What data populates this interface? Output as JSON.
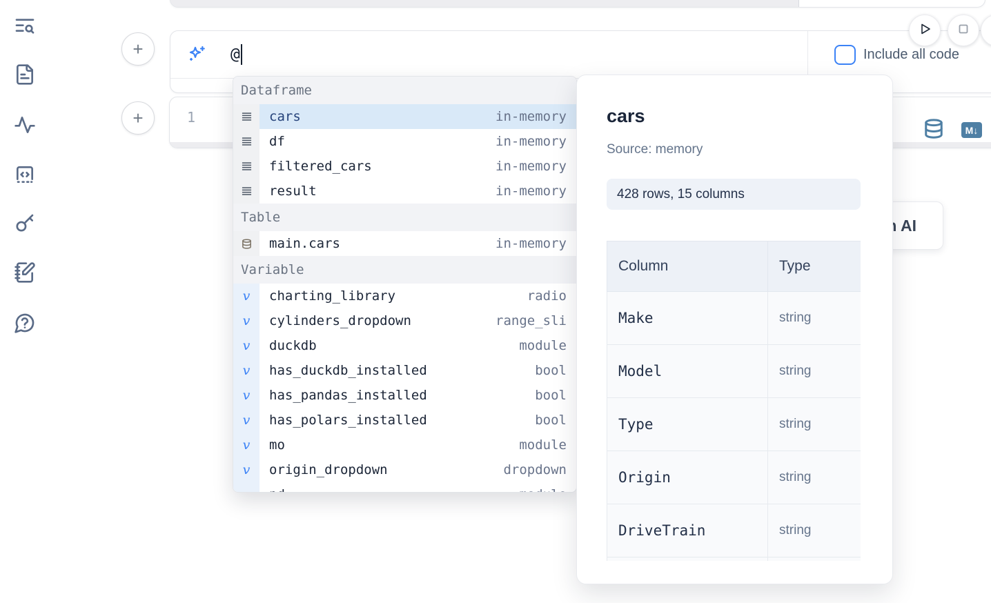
{
  "theme": {
    "accent": "#3b82f6",
    "steel": "#4e7fa4",
    "sidebar-icon": "#5a6b87",
    "sel-bg": "#d9e9f8",
    "sel-text": "#25427a",
    "table-db-icon": "#7b7264"
  },
  "sidebar": {
    "items": [
      {
        "icon": "list-search-icon"
      },
      {
        "icon": "file-text-icon"
      },
      {
        "icon": "activity-icon"
      },
      {
        "icon": "code-square-icon"
      },
      {
        "icon": "key-icon"
      },
      {
        "icon": "notebook-pen-icon"
      },
      {
        "icon": "chat-question-icon"
      }
    ]
  },
  "add_cell": {
    "plus_label": "+"
  },
  "ai_cell": {
    "input_value": "@",
    "include_label": "Include all code"
  },
  "run_controls": {
    "buttons": [
      {
        "icon": "play-icon"
      },
      {
        "icon": "stop-icon"
      },
      {
        "icon": "partial-circle"
      }
    ]
  },
  "editor": {
    "line_number": "1",
    "markdown_badge": "M↓"
  },
  "autocomplete": {
    "sections": [
      {
        "label": "Dataframe",
        "icon": "rows-icon",
        "items": [
          {
            "label": "cars",
            "type": "in-memory",
            "selected": true
          },
          {
            "label": "df",
            "type": "in-memory"
          },
          {
            "label": "filtered_cars",
            "type": "in-memory"
          },
          {
            "label": "result",
            "type": "in-memory"
          }
        ]
      },
      {
        "label": "Table",
        "icon": "database-icon",
        "items": [
          {
            "label": "main.cars",
            "type": "in-memory"
          }
        ]
      },
      {
        "label": "Variable",
        "icon": "variable-icon",
        "items": [
          {
            "label": "charting_library",
            "type": "radio"
          },
          {
            "label": "cylinders_dropdown",
            "type": "range_sli"
          },
          {
            "label": "duckdb",
            "type": "module"
          },
          {
            "label": "has_duckdb_installed",
            "type": "bool"
          },
          {
            "label": "has_pandas_installed",
            "type": "bool"
          },
          {
            "label": "has_polars_installed",
            "type": "bool"
          },
          {
            "label": "mo",
            "type": "module"
          },
          {
            "label": "origin_dropdown",
            "type": "dropdown"
          },
          {
            "label": "pd",
            "type": "module",
            "clipped": true
          }
        ]
      }
    ]
  },
  "preview": {
    "title": "cars",
    "source": "Source: memory",
    "shape": "428 rows, 15 columns",
    "table": {
      "headers": [
        "Column",
        "Type"
      ],
      "rows": [
        {
          "column": "Make",
          "type": "string"
        },
        {
          "column": "Model",
          "type": "string"
        },
        {
          "column": "Type",
          "type": "string"
        },
        {
          "column": "Origin",
          "type": "string"
        },
        {
          "column": "DriveTrain",
          "type": "string"
        },
        {
          "column": "",
          "type": "",
          "clipped": true
        }
      ]
    }
  },
  "ai_fragment": {
    "label": "h AI"
  }
}
